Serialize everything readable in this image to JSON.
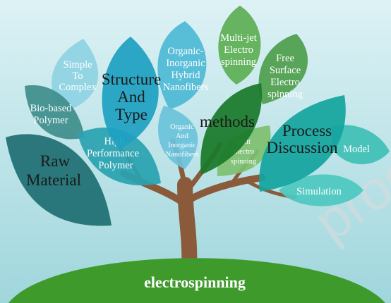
{
  "root": "electrospinning",
  "watermark": "proof",
  "branches": [
    {
      "key": "raw",
      "label": "Raw Material",
      "lines": [
        "Raw",
        "Material"
      ],
      "color": "#1f6f73",
      "children": [
        {
          "key": "bio",
          "lines": [
            "Bio-based",
            "Polymer"
          ],
          "color": "#3f8e8c"
        },
        {
          "key": "high",
          "lines": [
            "High",
            "Performance",
            "Polymer"
          ],
          "color": "#2aa3b0"
        }
      ]
    },
    {
      "key": "structure",
      "label": "Structure And Type",
      "lines": [
        "Structure",
        "And",
        "Type"
      ],
      "color": "#1fa0c2",
      "children": [
        {
          "key": "simple",
          "lines": [
            "Simple",
            "To",
            "Complex"
          ],
          "color": "#8fd3e3"
        },
        {
          "key": "hybrid",
          "lines": [
            "Organic-",
            "Inorganic",
            "Hybrid",
            "Nanofibers"
          ],
          "color": "#4fb9d5"
        },
        {
          "key": "organic",
          "lines": [
            "Organic",
            "And",
            "Inorganic",
            "Nanofibers"
          ],
          "color": "#6cc3da"
        }
      ]
    },
    {
      "key": "methods",
      "label": "methods",
      "lines": [
        "methods"
      ],
      "color": "#1a7a2a",
      "children": [
        {
          "key": "multijet",
          "lines": [
            "Multi-jet",
            "Electro",
            "spinning"
          ],
          "color": "#5eae55"
        },
        {
          "key": "freesurface",
          "lines": [
            "Free",
            "Surface",
            "Electro",
            "spinning"
          ],
          "color": "#4f9e4d"
        },
        {
          "key": "melt",
          "lines": [
            "Melt",
            "Electro",
            "spinning"
          ],
          "color": "#7ec070"
        }
      ]
    },
    {
      "key": "process",
      "label": "Process Discussion",
      "lines": [
        "Process",
        "Discussion"
      ],
      "color": "#14a59e",
      "children": [
        {
          "key": "model",
          "lines": [
            "Model"
          ],
          "color": "#3fbfb6"
        },
        {
          "key": "simulation",
          "lines": [
            "Simulation"
          ],
          "color": "#4ec8c0"
        }
      ]
    }
  ],
  "colors": {
    "sky_top": "#ddf2f5",
    "sky_bottom": "#9fd6dc",
    "ground": "#3f9a2c",
    "trunk": "#8a5a3b"
  }
}
